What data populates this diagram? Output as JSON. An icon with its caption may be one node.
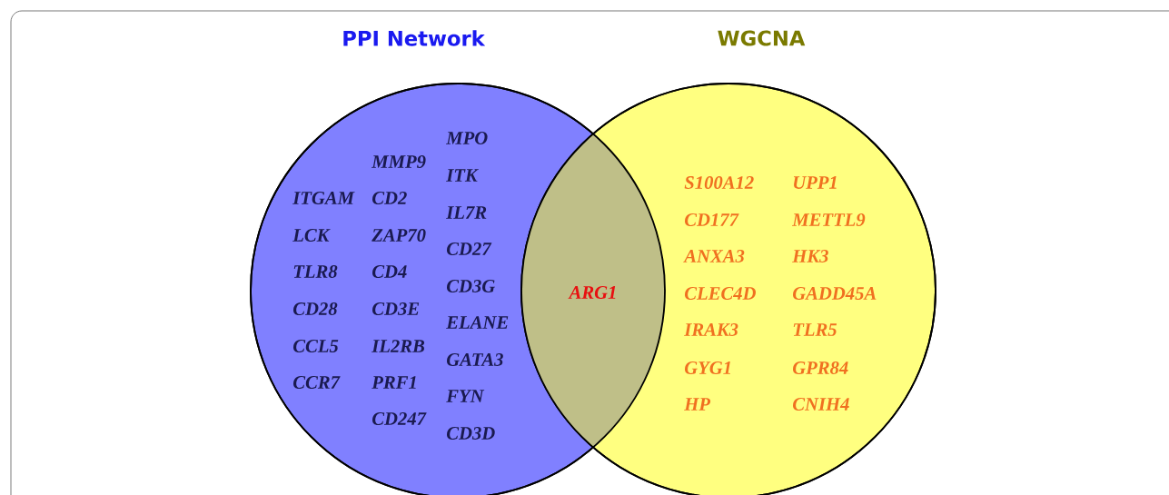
{
  "diagram": {
    "nodes": [
      {
        "text": [
          "PPI Network"
        ]
      },
      {
        "text": [
          "WGCNA"
        ]
      }
    ],
    "labels": [
      "ITGAM",
      "LCK",
      "TLR8",
      "CD28",
      "CCL5",
      "CCR7",
      "MMP9",
      "CD2",
      "ZAP70",
      "CD4",
      "CD3E",
      "IL2RB",
      "PRF1",
      "CD247",
      "MPO",
      "ITK",
      "IL7R",
      "CD27",
      "CD3G",
      "ELANE",
      "GATA3",
      "FYN",
      "CD3D",
      "ARG1",
      "S100A12",
      "CD177",
      "ANXA3",
      "CLEC4D",
      "IRAK3",
      "GYG1",
      "HP",
      "UPP1",
      "METTL9",
      "HK3",
      "GADD45A",
      "TLR5",
      "GPR84",
      "CNIH4"
    ]
  }
}
